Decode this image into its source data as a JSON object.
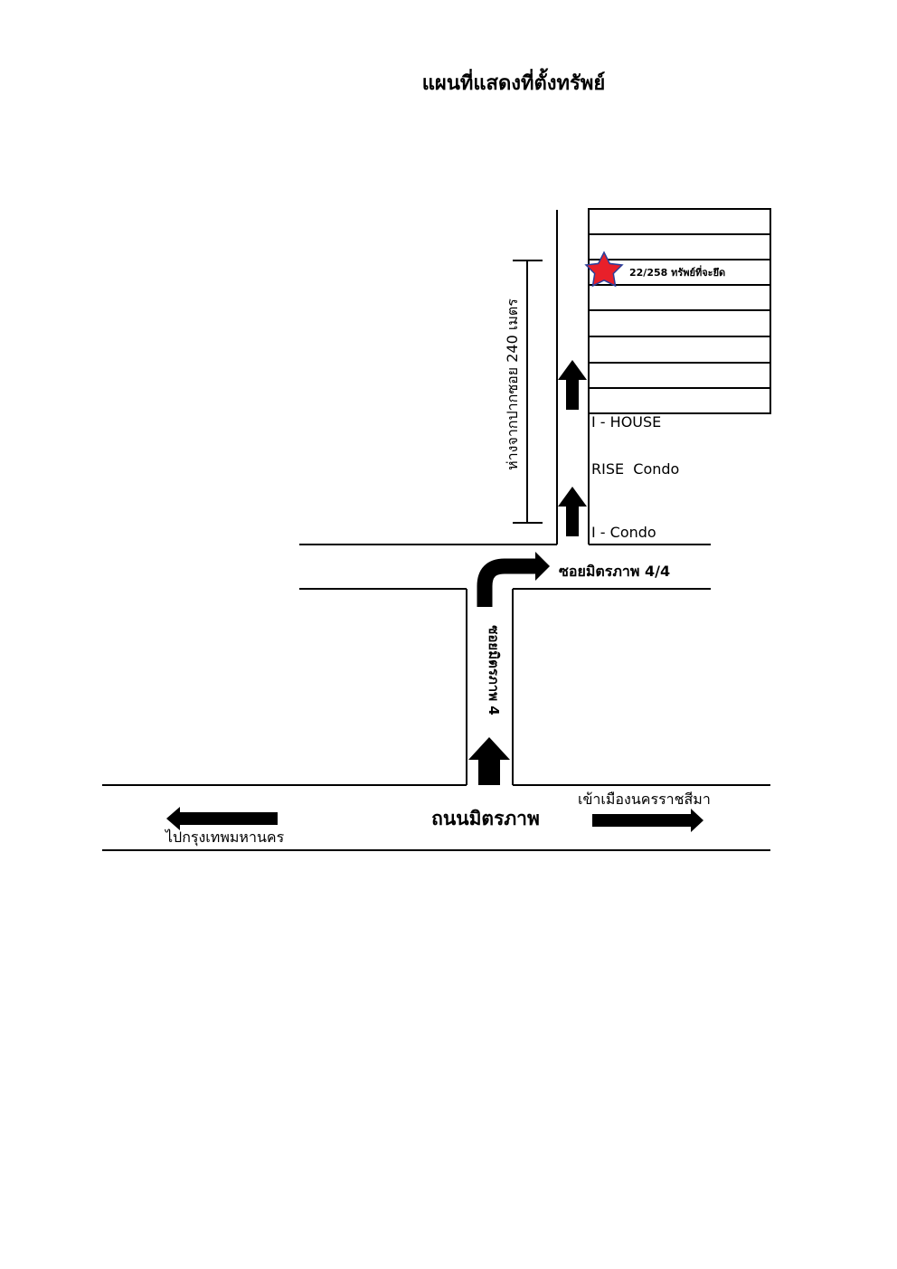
{
  "title": "แผนที่แสดงที่ตั้งทรัพย์",
  "distance_label": "ห่างจากปากซอย 240 เมตร",
  "property_label": "22/258 ทรัพย์ที่จะยึด",
  "landmarks": [
    "I - HOUSE",
    "RISE  Condo",
    "I - Condo"
  ],
  "soi_44_label": "ซอยมิตรภาพ 4/4",
  "soi_4_label": "ซอยมิตรภาพ 4",
  "main_road_label": "ถนนมิตรภาพ",
  "to_city_label": "เข้าเมืองนครราชสีมา",
  "to_bangkok_label": "ไปกรุงเทพมหานคร",
  "colors": {
    "star_fill": "#e8202a",
    "star_stroke": "#2a3f9a"
  }
}
